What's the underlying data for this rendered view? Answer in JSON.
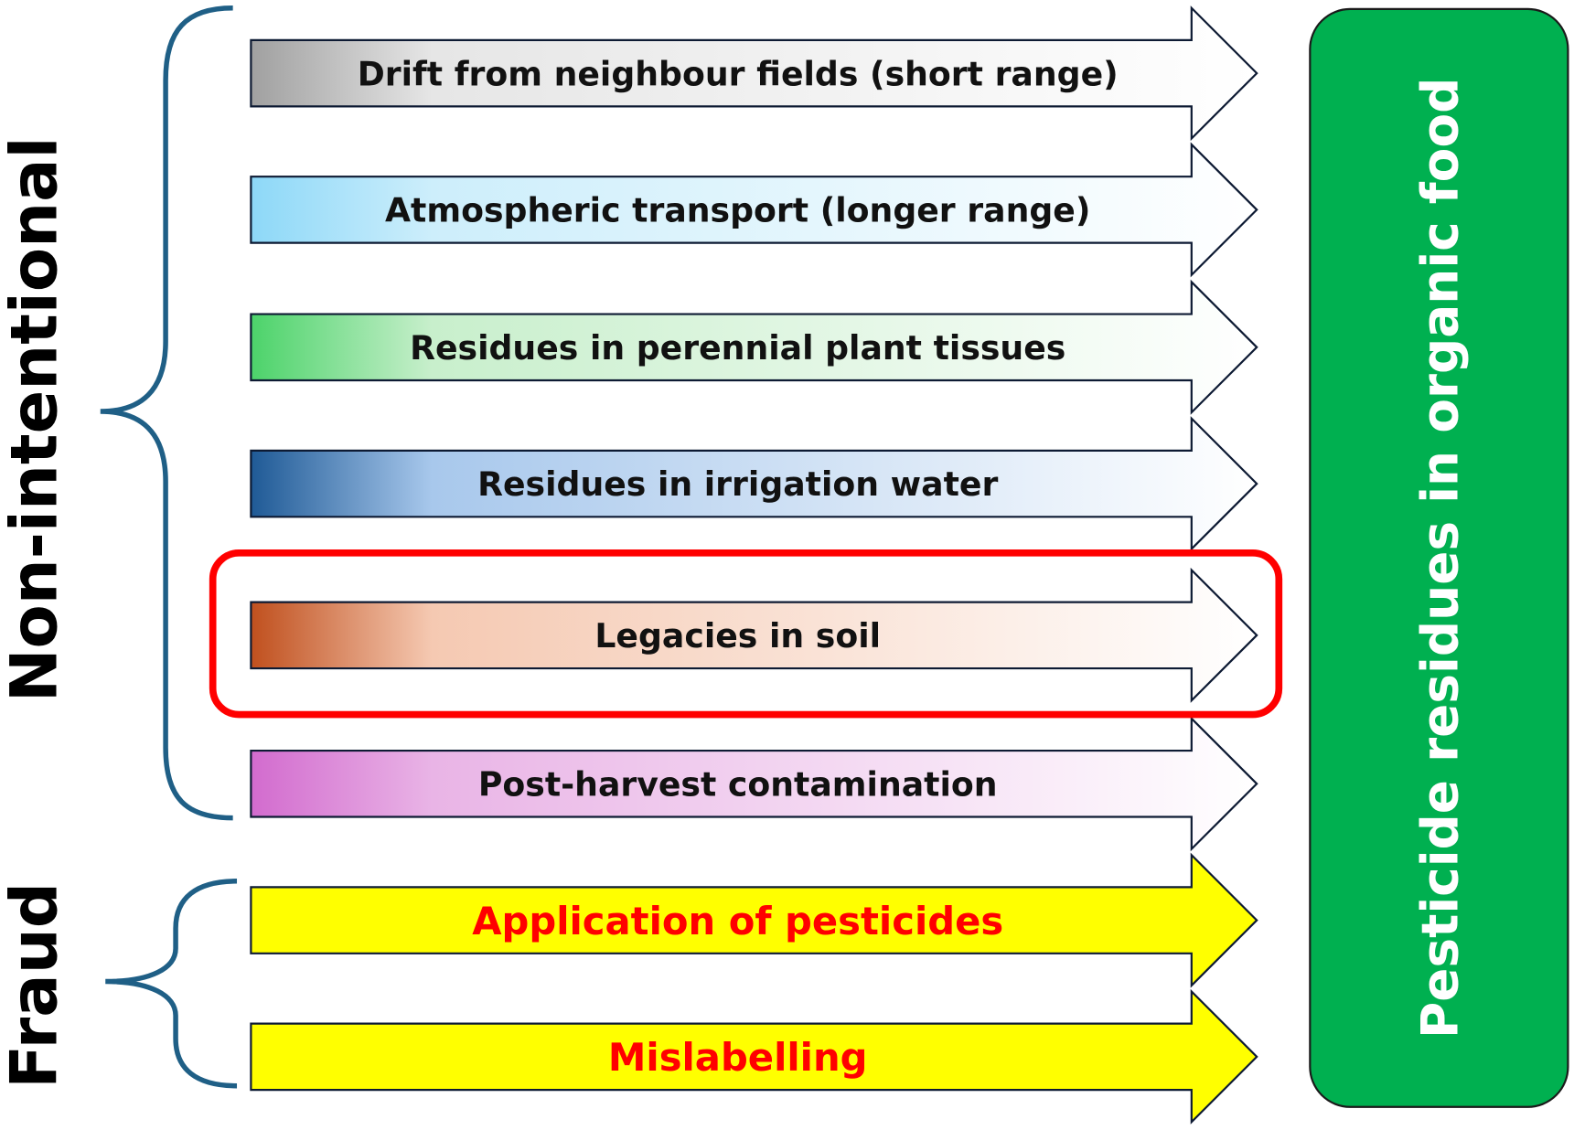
{
  "groups": {
    "non_intentional": "Non-intentional",
    "fraud": "Fraud"
  },
  "target": {
    "label": "Pesticide residues in organic food",
    "color": "#00b050"
  },
  "pathways": [
    {
      "label": "Drift from neighbour fields (short range)",
      "start_color": "#a0a0a0",
      "mid_color": "#e6e6e6"
    },
    {
      "label": "Atmospheric transport (longer range)",
      "start_color": "#8dd8f8",
      "mid_color": "#cdeefb"
    },
    {
      "label": "Residues in perennial plant tissues",
      "start_color": "#4cd36a",
      "mid_color": "#c8efcc"
    },
    {
      "label": "Residues in irrigation water",
      "start_color": "#1f5a96",
      "mid_color": "#a8c8ec"
    },
    {
      "label": "Legacies in soil",
      "start_color": "#c0501e",
      "mid_color": "#f5c9b2"
    },
    {
      "label": "Post-harvest contamination",
      "start_color": "#d26bce",
      "mid_color": "#e9b4e6"
    }
  ],
  "fraud_pathways": [
    {
      "label": "Application of pesticides"
    },
    {
      "label": "Mislabelling"
    }
  ],
  "colors": {
    "fraud_fill": "#ffff00",
    "fraud_text": "#ff0000",
    "highlight": "#ff0000",
    "brace": "#1f5f86"
  }
}
